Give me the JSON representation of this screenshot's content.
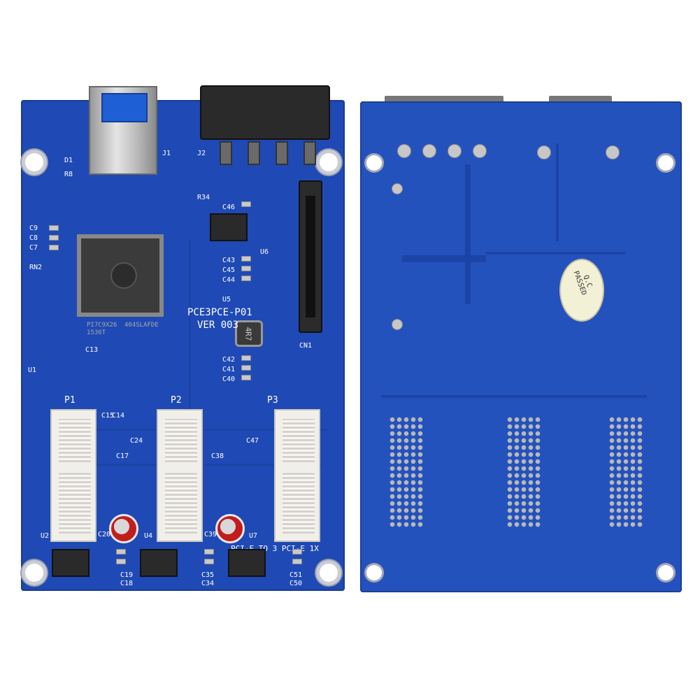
{
  "front": {
    "board_name": "PCE3PCE-P01",
    "version": "VER 003",
    "description": "PCI-E TO 3 PCI-E 1X",
    "slot_labels": [
      "P1",
      "P2",
      "P3"
    ],
    "chip_marking": [
      "PI7C9X26",
      "404SLAFDE",
      "1536T"
    ],
    "connector_labels": [
      "J1",
      "J2",
      "CN1"
    ],
    "inductor_label": "4R7",
    "component_labels": [
      "C46",
      "U6",
      "C43",
      "C45",
      "C44",
      "U5",
      "C42",
      "C41",
      "C40",
      "C9",
      "C8",
      "C7",
      "RN2",
      "U1",
      "C13",
      "C15",
      "C14",
      "C24",
      "C17",
      "C38",
      "C47",
      "C20",
      "C19",
      "C18",
      "C35",
      "C34",
      "C39",
      "C51",
      "C50",
      "U2",
      "U4",
      "U7",
      "R34",
      "D1",
      "R8"
    ]
  },
  "back": {
    "seal_line1": "Q.C",
    "seal_line2": "PASSED"
  },
  "colors": {
    "pcb_front": "#1f49b4",
    "pcb_back": "#2452bd",
    "connector_white": "#f0efea",
    "capacitor_red": "#c21d1d",
    "seal_cream": "#f3f1d5"
  }
}
